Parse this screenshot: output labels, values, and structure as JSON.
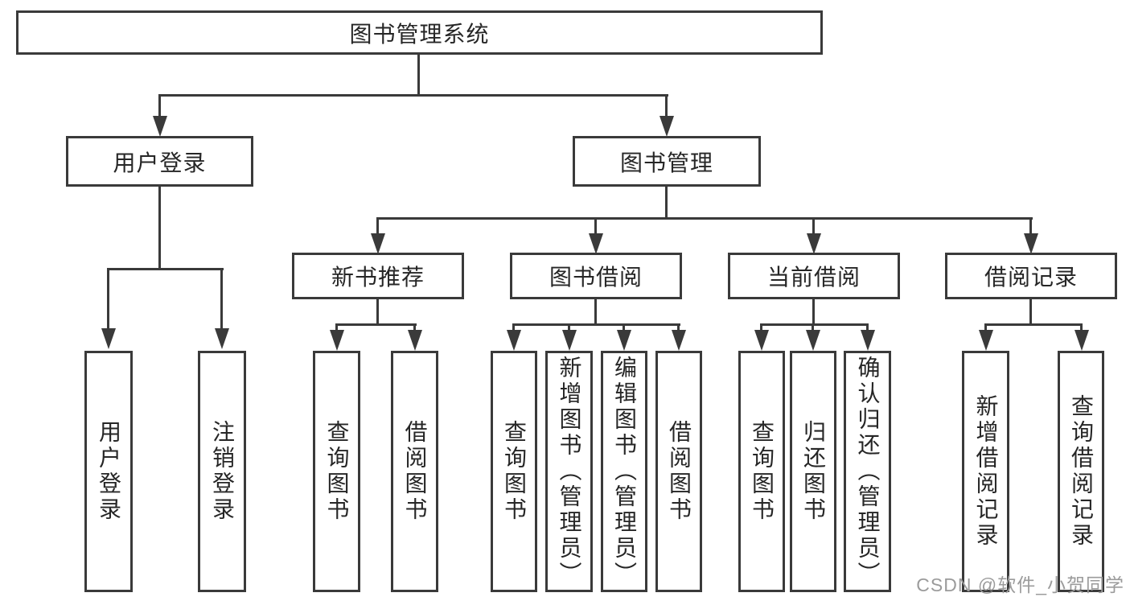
{
  "title": "图书管理系统",
  "colors": {
    "line": "#3a3a3a",
    "box_border": "#3a3a3a",
    "box_bg": "#ffffff",
    "text": "#262626",
    "watermark": "#9b9b9b"
  },
  "nodes": {
    "root": "图书管理系统",
    "user_login": "用户登录",
    "book_management": "图书管理",
    "new_book_recommend": "新书推荐",
    "book_borrowing": "图书借阅",
    "current_borrowing": "当前借阅",
    "borrowing_records": "借阅记录",
    "ul_login": "用户登录",
    "ul_logout": "注销登录",
    "nbr_query_books": "查询图书",
    "nbr_borrow_books": "借阅图书",
    "bb_query_books": "查询图书",
    "bb_add_books_admin": "新增图书（管理员）",
    "bb_edit_books_admin": "编辑图书（管理员）",
    "bb_borrow_books": "借阅图书",
    "cb_query_books": "查询图书",
    "cb_return_books": "归还图书",
    "cb_confirm_return_admin": "确认归还（管理员）",
    "br_add_record": "新增借阅记录",
    "br_query_record": "查询借阅记录"
  },
  "watermark": "CSDN @软件_小贺同学"
}
